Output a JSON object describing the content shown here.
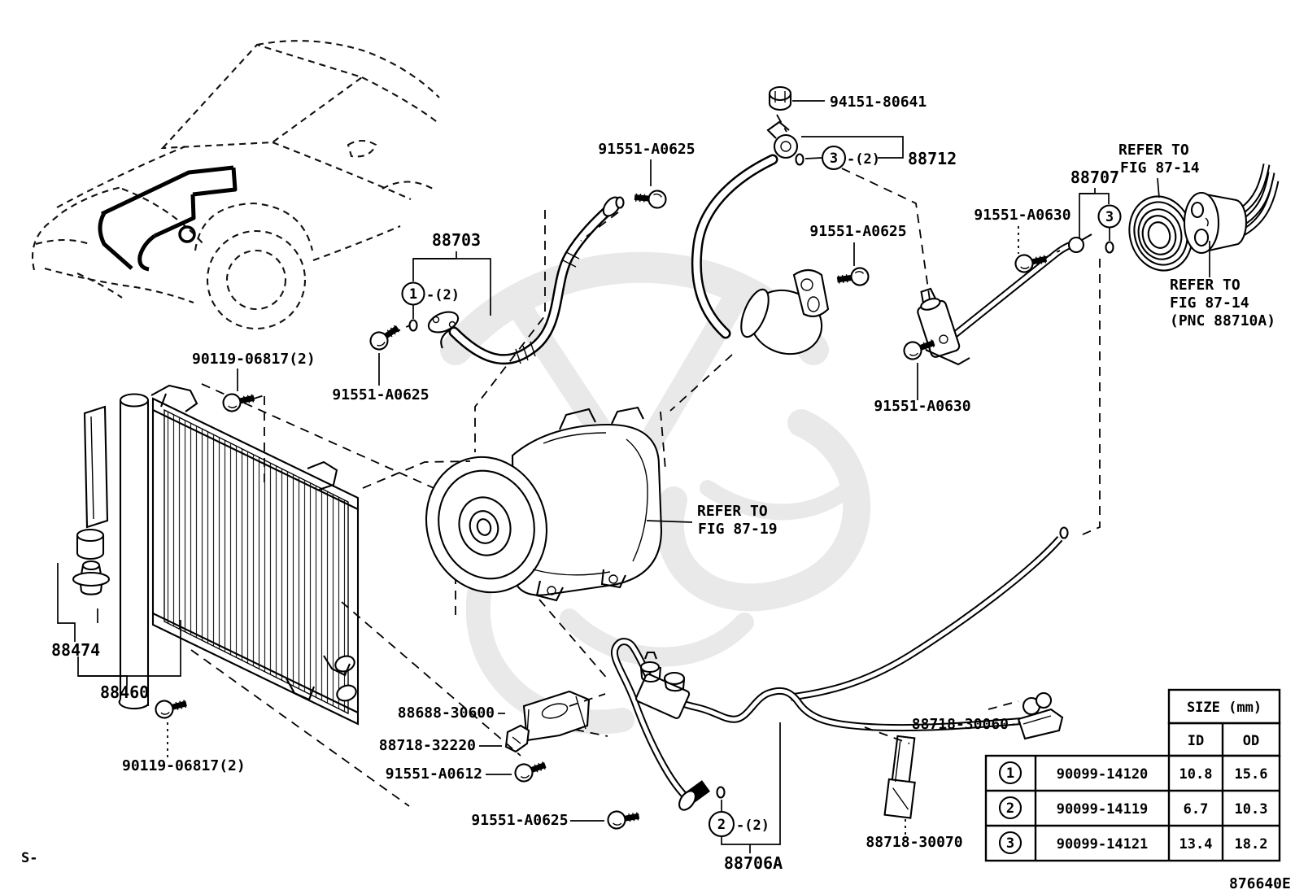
{
  "doc": {
    "footer_left": "S-",
    "drawing_number": "876640E"
  },
  "parts": {
    "p94151_80641": "94151-80641",
    "p88712": "88712",
    "p88703": "88703",
    "p88707": "88707",
    "p88706a": "88706A",
    "p88460": "88460",
    "p88474": "88474",
    "p88688_30600": "88688-30600",
    "p88718_32220": "88718-32220",
    "p88718_30060": "88718-30060",
    "p88718_30070": "88718-30070",
    "p91551_a0625": "91551-A0625",
    "p91551_a0630": "91551-A0630",
    "p91551_a0612": "91551-A0612",
    "p90119_06817": "90119-06817(2)"
  },
  "notes": {
    "refer_to": "REFER TO",
    "fig_87_14": "FIG 87-14",
    "fig_87_19": "FIG 87-19",
    "pnc_88710a": "(PNC 88710A)"
  },
  "callouts": {
    "n1": "1",
    "n2": "2",
    "n3": "3",
    "qty2": "-(2)"
  },
  "size_table": {
    "header": "SIZE (mm)",
    "col_id": "ID",
    "col_od": "OD",
    "rows": [
      {
        "no": "1",
        "part": "90099-14120",
        "id": "10.8",
        "od": "15.6"
      },
      {
        "no": "2",
        "part": "90099-14119",
        "id": "6.7",
        "od": "10.3"
      },
      {
        "no": "3",
        "part": "90099-14121",
        "id": "13.4",
        "od": "18.2"
      }
    ]
  }
}
